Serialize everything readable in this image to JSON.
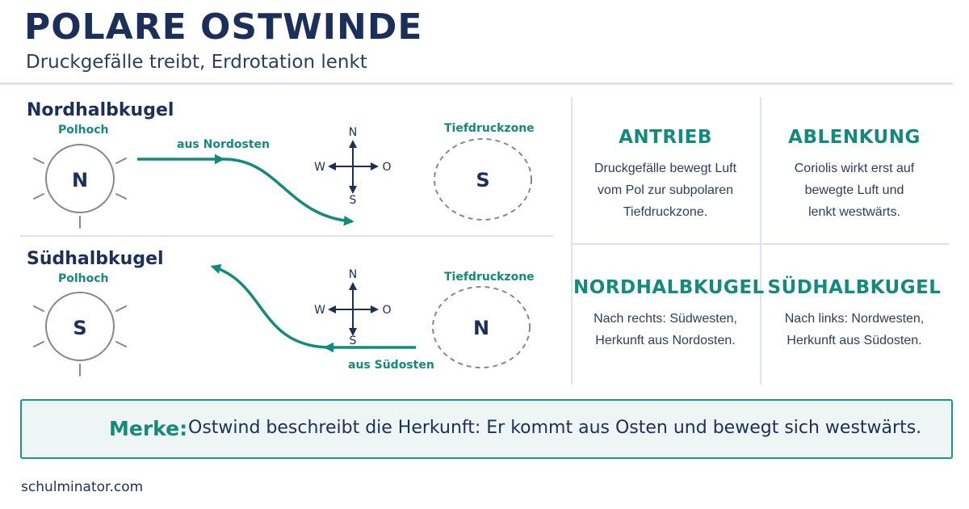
{
  "header": {
    "title": "POLARE OSTWINDE",
    "subtitle": "Druckgefälle treibt, Erdrotation lenkt"
  },
  "north": {
    "heading": "Nordhalbkugel",
    "pole_label": "Polhoch",
    "pole_letter": "N",
    "wind_label": "aus Nordosten",
    "low_label": "Tiefdruckzone",
    "low_letter": "S",
    "compass": {
      "n": "N",
      "s": "S",
      "w": "W",
      "o": "O"
    }
  },
  "south": {
    "heading": "Südhalbkugel",
    "pole_label": "Polhoch",
    "pole_letter": "S",
    "wind_label": "aus Südosten",
    "low_label": "Tiefdruckzone",
    "low_letter": "N",
    "compass": {
      "n": "N",
      "s": "S",
      "w": "W",
      "o": "O"
    }
  },
  "cards": [
    {
      "title": "ANTRIEB",
      "lines": [
        "Druckgefälle bewegt Luft",
        "vom Pol zur subpolaren",
        "Tiefdruckzone."
      ]
    },
    {
      "title": "ABLENKUNG",
      "lines": [
        "Coriolis wirkt erst auf",
        "bewegte Luft und",
        "lenkt westwärts."
      ]
    },
    {
      "title": "NORDHALBKUGEL",
      "lines": [
        "Nach rechts: Südwesten,",
        "Herkunft aus Nordosten."
      ]
    },
    {
      "title": "SÜDHALBKUGEL",
      "lines": [
        "Nach links: Nordwesten,",
        "Herkunft aus Südosten."
      ]
    }
  ],
  "merke": {
    "lead": "Merke:",
    "text": "Ostwind beschreibt die Herkunft: Er kommt aus Osten und bewegt sich westwärts."
  },
  "footer": {
    "site": "schulminator.com"
  },
  "colors": {
    "navy": "#1b2f5a",
    "teal": "#138a7c",
    "gray": "#888888",
    "box_bg": "#edf6f4"
  },
  "icons": [
    "sun-ray-icon",
    "compass-icon",
    "arrow-icon"
  ]
}
